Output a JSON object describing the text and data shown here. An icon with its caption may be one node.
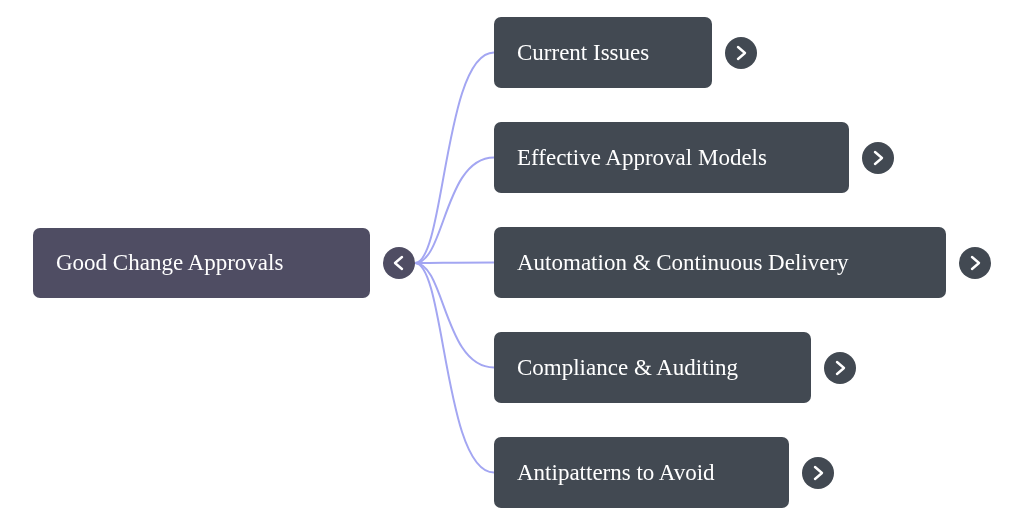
{
  "diagram": {
    "nodes": [
      {
        "text": [
          "Good Change Approvals"
        ]
      },
      {
        "text": [
          "Current Issues"
        ]
      },
      {
        "text": [
          "Effective Approval Models"
        ]
      },
      {
        "text": [
          "Automation & Continuous Delivery"
        ]
      },
      {
        "text": [
          "Compliance & Auditing"
        ]
      },
      {
        "text": [
          "Antipatterns to Avoid"
        ]
      }
    ],
    "edges": [
      {
        "from": 0,
        "to": 1,
        "arrow": "none"
      },
      {
        "from": 0,
        "to": 2,
        "arrow": "none"
      },
      {
        "from": 0,
        "to": 3,
        "arrow": "none"
      },
      {
        "from": 0,
        "to": 4,
        "arrow": "none"
      },
      {
        "from": 0,
        "to": 5,
        "arrow": "none"
      }
    ]
  }
}
